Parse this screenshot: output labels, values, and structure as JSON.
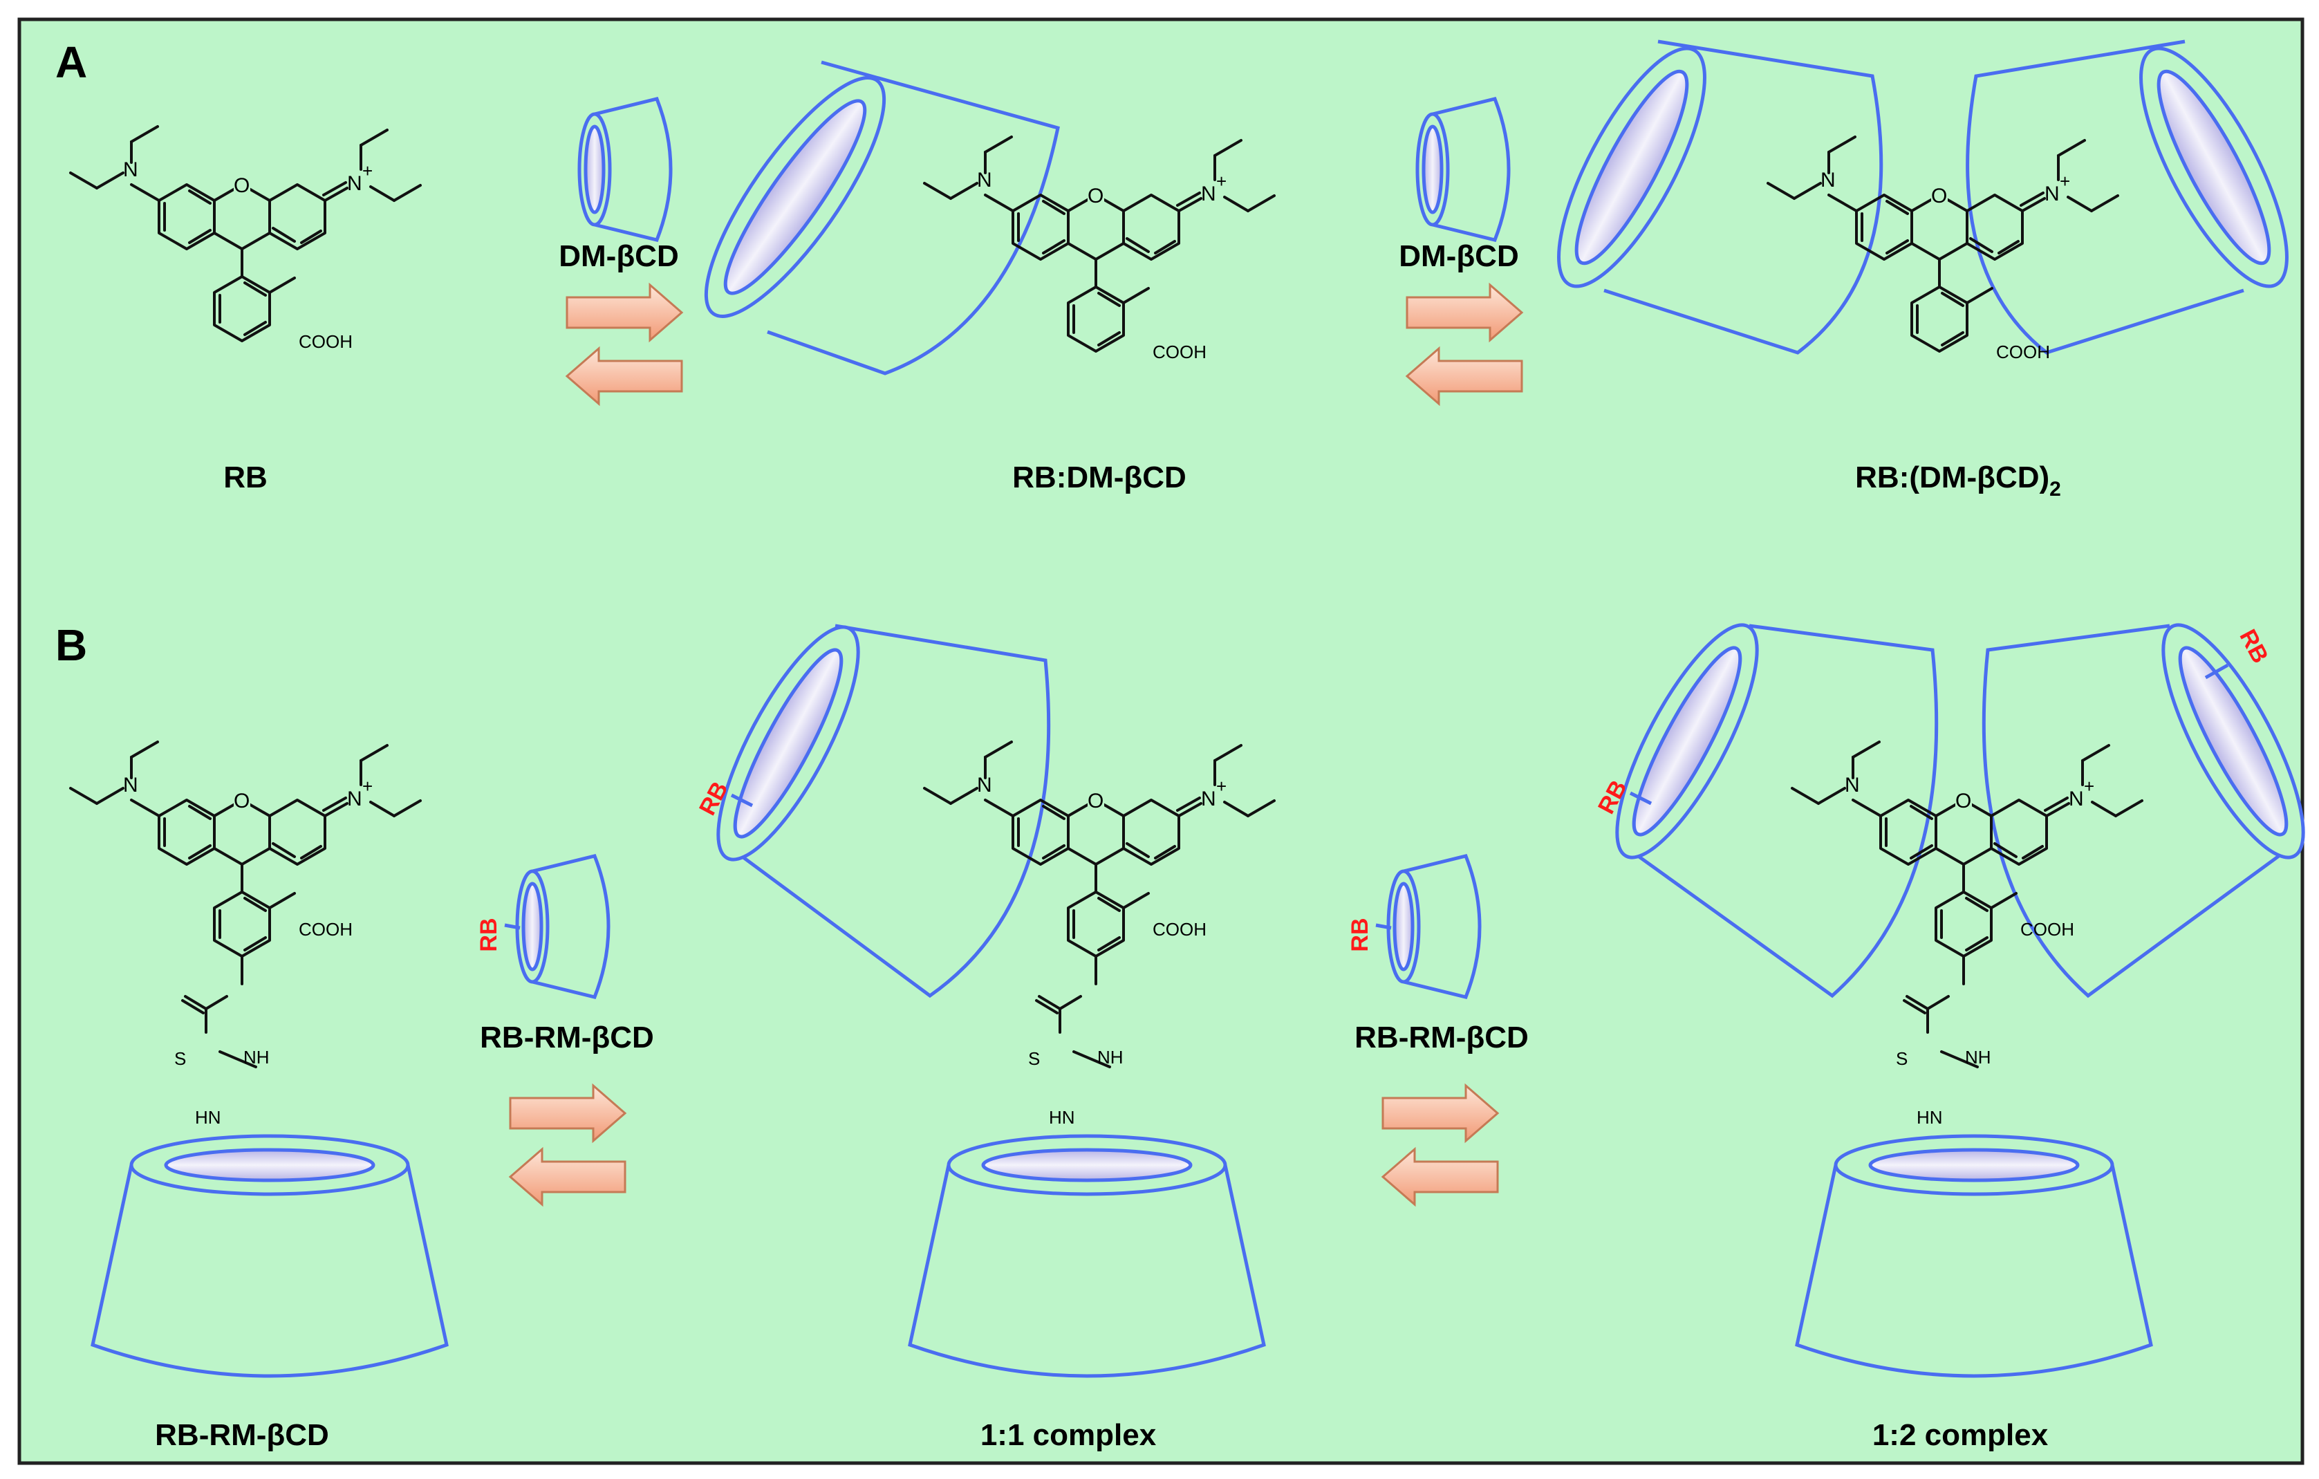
{
  "colors": {
    "background": "#bdf5c9",
    "border": "#222222",
    "cyclodextrin": "#4a6df0",
    "rim_fill_inner": "#c9c7ea",
    "arrow_fill_light": "#fde3d3",
    "arrow_fill_dark": "#f2a07f",
    "red_label": "#ff1a1a",
    "bond": "#111111"
  },
  "panels": {
    "A": {
      "letter": "A",
      "captions": {
        "rb": "RB",
        "reagent1": "DM-βCD",
        "complex1": "RB:DM-βCD",
        "reagent2": "DM-βCD",
        "complex2": "RB:(DM-βCD)",
        "complex2_sub": "2"
      }
    },
    "B": {
      "letter": "B",
      "captions": {
        "conjugate": "RB-RM-βCD",
        "reagent1": "RB-RM-βCD",
        "complex1": "1:1 complex",
        "reagent2": "RB-RM-βCD",
        "complex2": "1:2 complex"
      },
      "red_labels": {
        "reagent1_tag": "RB",
        "complex1_tag": "RB",
        "reagent2_tag": "RB",
        "complex2_tag_left": "RB",
        "complex2_tag_right": "RB"
      }
    }
  },
  "molecule": {
    "N_amine": "N",
    "O_ring": "O",
    "N_iminium": "N",
    "plus": "+",
    "carboxyl": "COOH",
    "sulfur": "S",
    "nh": "NH",
    "hn": "HN"
  }
}
